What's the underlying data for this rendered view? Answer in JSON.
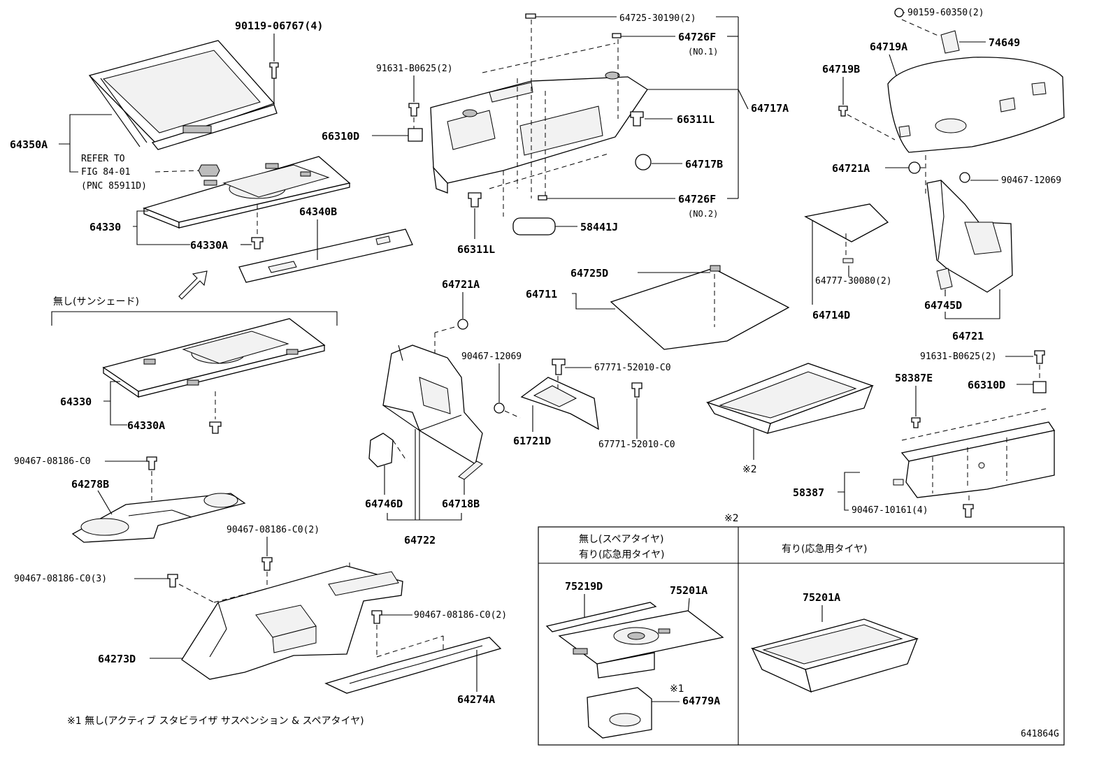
{
  "labels": {
    "p90119": "90119-06767(4)",
    "p64350A": "64350A",
    "refer1": "REFER TO",
    "refer2": "FIG 84-01",
    "refer3": "(PNC 85911D)",
    "p64330_top": "64330",
    "p64330A_top": "64330A",
    "p64340B": "64340B",
    "jp_nashi_sunshade": "無し(サンシェード)",
    "p64330_mid": "64330",
    "p64330A_mid": "64330A",
    "p90467_08186_a": "90467-08186-C0",
    "p64278B": "64278B",
    "p90467_08186_2a": "90467-08186-C0(2)",
    "p90467_08186_3": "90467-08186-C0(3)",
    "p90467_08186_2b": "90467-08186-C0(2)",
    "p64273D": "64273D",
    "p64274A": "64274A",
    "footnote1": "※1 無し(アクティブ スタビライザ サスペンション & スペアタイヤ)",
    "p91631_left": "91631-B0625(2)",
    "p66310D_left": "66310D",
    "p64725_30190": "64725-30190(2)",
    "p64726F_1": "64726F",
    "no1": "(NO.1)",
    "p66311L_right": "66311L",
    "p64717A": "64717A",
    "p64717B": "64717B",
    "p64726F_2": "64726F",
    "no2": "(NO.2)",
    "p58441J": "58441J",
    "p66311L_bottom": "66311L",
    "p64721A_mid": "64721A",
    "p90467_12069_mid": "90467-12069",
    "p67771_a": "67771-52010-C0",
    "p67771_b": "67771-52010-C0",
    "p61721D": "61721D",
    "p64746D": "64746D",
    "p64718B": "64718B",
    "p64722": "64722",
    "p64725D": "64725D",
    "p64711": "64711",
    "note2_tray": "※2",
    "p64777": "64777-30080(2)",
    "p64714D": "64714D",
    "p90159": "90159-60350(2)",
    "p74649": "74649",
    "p64719A": "64719A",
    "p64719B": "64719B",
    "p64721A_right": "64721A",
    "p90467_12069_right": "90467-12069",
    "p64745D": "64745D",
    "p64721": "64721",
    "p91631_right": "91631-B0625(2)",
    "p58387E": "58387E",
    "p66310D_right": "66310D",
    "p58387": "58387",
    "p90467_10161": "90467-10161(4)",
    "box_note": "※2",
    "box_head_left1": "無し(スペアタイヤ)",
    "box_head_left2": "有り(応急用タイヤ)",
    "box_head_right": "有り(応急用タイヤ)",
    "p75219D": "75219D",
    "p75201A_left": "75201A",
    "note1_box": "※1",
    "p64779A": "64779A",
    "p75201A_right": "75201A",
    "fig_code": "641864G"
  }
}
